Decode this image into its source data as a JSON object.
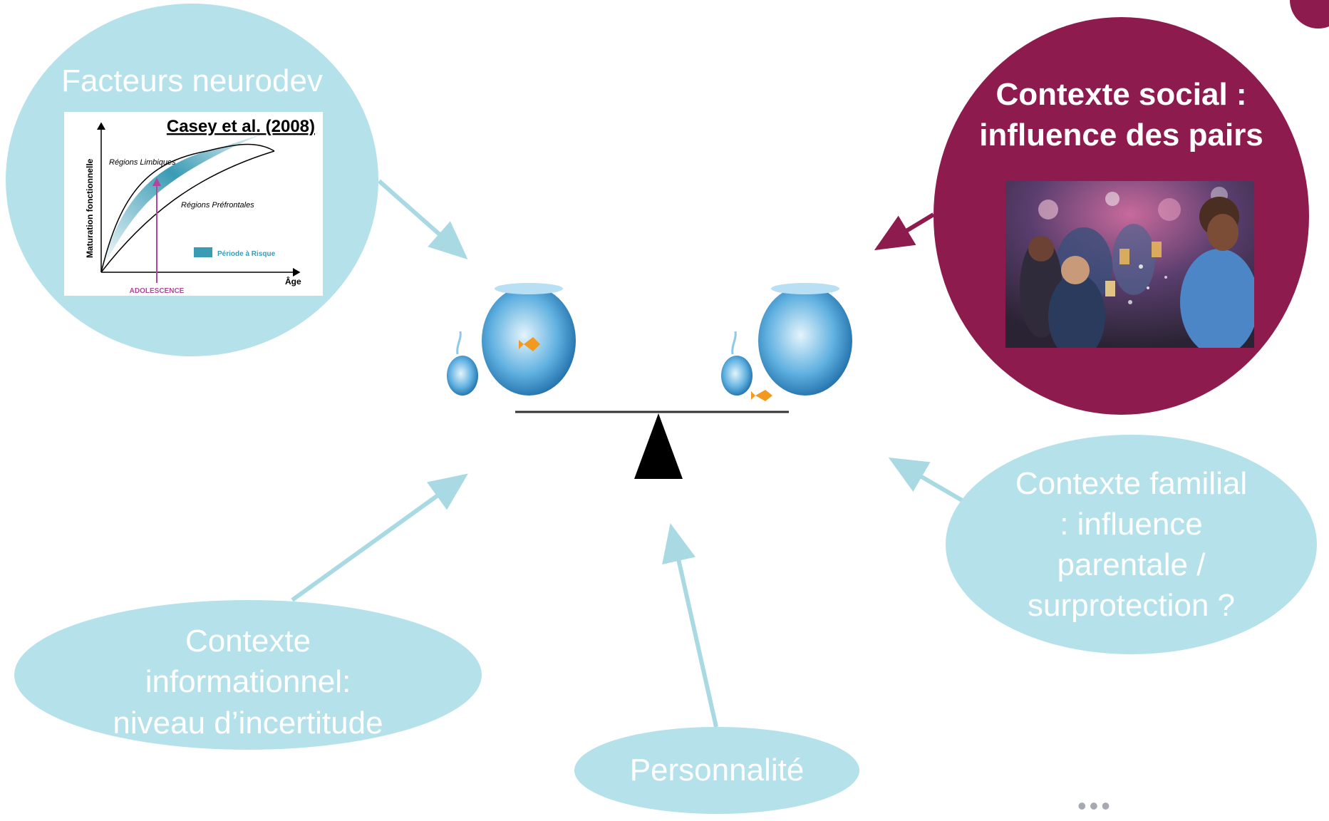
{
  "colors": {
    "light_bubble": "#b5e2ea",
    "dark_bubble": "#8e1b4e",
    "bubble_text": "#ffffff",
    "arrow_light": "#a9d9e3",
    "arrow_dark": "#8e1b4e",
    "chart_accent": "#3a9bb4",
    "chart_adolescence": "#b0479a"
  },
  "bubbles": {
    "neurodev": {
      "title": "Facteurs neurodev"
    },
    "social": {
      "title_line1": "Contexte social :",
      "title_line2": "influence des pairs"
    },
    "familial": {
      "line1": "Contexte familial",
      "line2": ": influence",
      "line3": "parentale /",
      "line4": "surprotection ?"
    },
    "informationnel": {
      "line1": "Contexte",
      "line2": "informationnel:",
      "line3": "niveau d’incertitude"
    },
    "personnalite": {
      "title": "Personnalité"
    }
  },
  "inset_chart": {
    "citation": "Casey et al. (2008)",
    "y_axis": "Maturation fonctionnelle",
    "x_axis": "Âge",
    "curve_upper_label": "Régions Limbiques",
    "curve_lower_label": "Régions Préfrontales",
    "legend_label": "Période à Risque",
    "marker_label": "ADOLESCENCE"
  },
  "ellipsis": "•••",
  "icons": {
    "balance": "balance-scale-icon",
    "fishbowl_left": "fishbowl-fish-inside-icon",
    "fishbowl_right": "fishbowl-fish-outside-icon",
    "crowd_photo": "party-crowd-photo"
  }
}
